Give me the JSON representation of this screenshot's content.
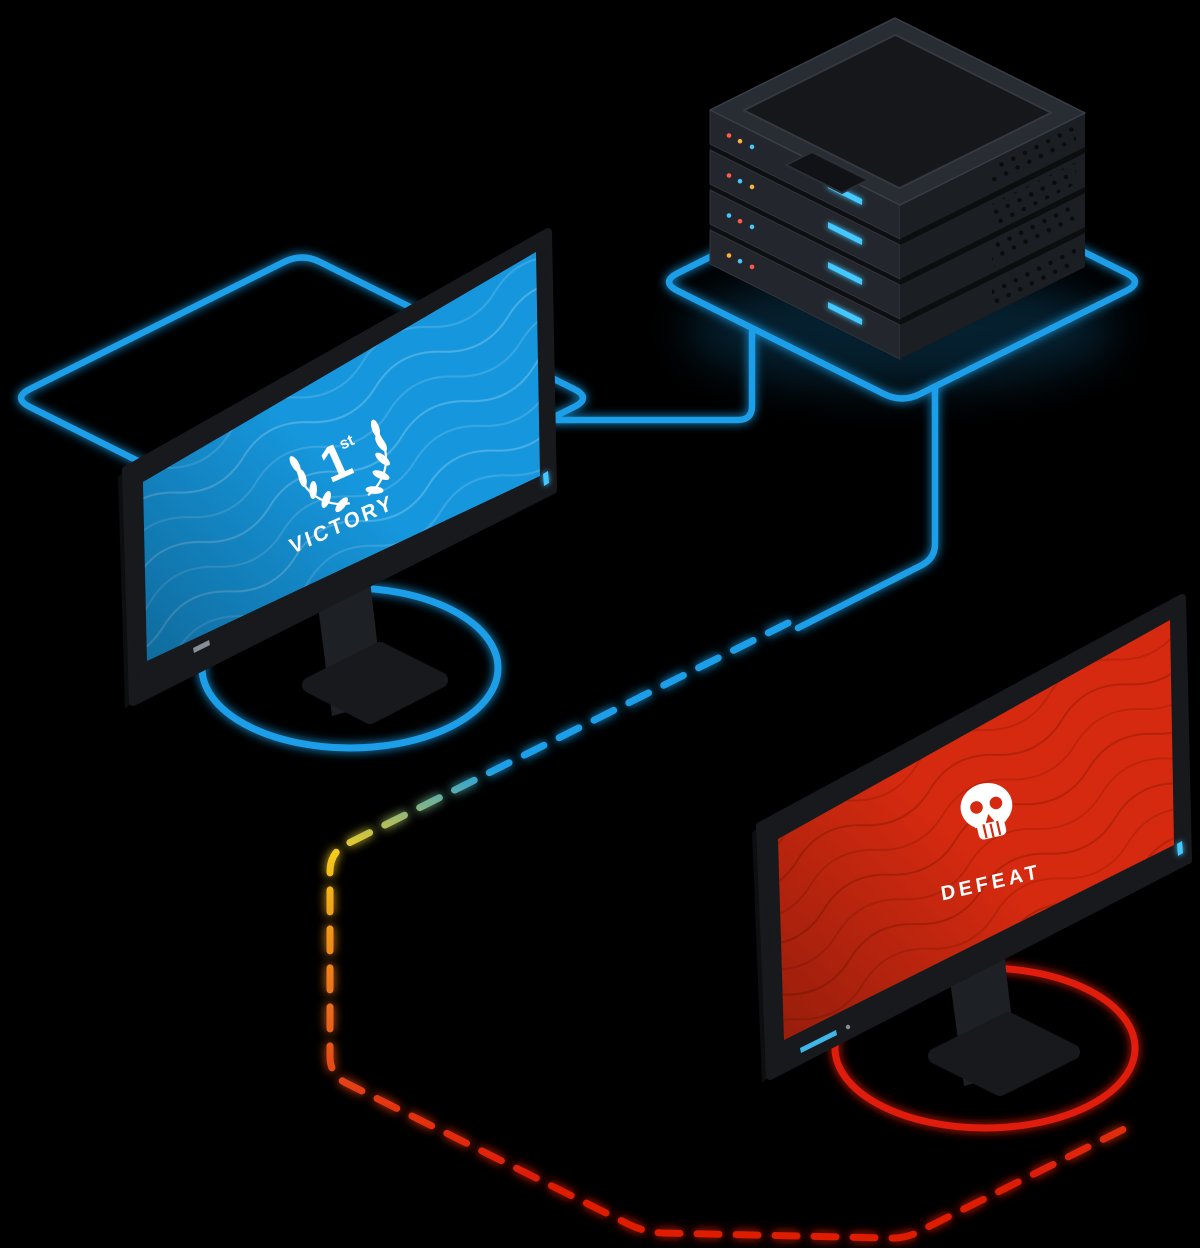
{
  "scene": {
    "background": "#000000",
    "description_labels": {}
  },
  "colors": {
    "blue": "#1b9fe8",
    "cyan_led": "#45c8ff",
    "yellow": "#f3cc1e",
    "orange": "#ef8f1b",
    "red": "#dd1a06",
    "ring_red": "#e01c0c",
    "screen_blue": "#1697dd",
    "screen_red": "#d62a10",
    "chassis_dark": "#17191d",
    "server_face_left": "#23272d",
    "server_face_right": "#1b1e23"
  },
  "victory_monitor": {
    "icon": "laurel-wreath-icon",
    "rank_number": "1",
    "rank_suffix": "st",
    "label": "VICTORY"
  },
  "defeat_monitor": {
    "icon": "skull-icon",
    "label": "DEFEAT"
  },
  "server_rack": {
    "icon": "server-stack",
    "unit_count": 4
  },
  "connections": {
    "solid_color": "#1b9fe8",
    "dashed_gradient": [
      "#1b9fe8",
      "#f3cc1e",
      "#ef8f1b",
      "#e8621a",
      "#dd1a06"
    ]
  }
}
